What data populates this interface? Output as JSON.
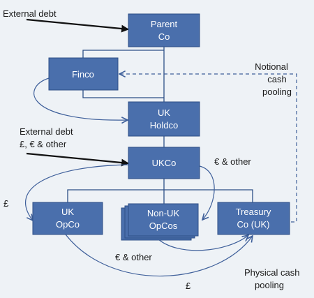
{
  "nodes": {
    "parent_co": [
      "Parent",
      "Co"
    ],
    "finco": [
      "Finco"
    ],
    "uk_holdco": [
      "UK",
      "Holdco"
    ],
    "ukco": [
      "UKCo"
    ],
    "uk_opco": [
      "UK",
      "OpCo"
    ],
    "non_uk_opcos": [
      "Non-UK",
      "OpCos"
    ],
    "treasury_co": [
      "Treasury",
      "Co (UK)"
    ]
  },
  "labels": {
    "external_debt_top": [
      "External debt"
    ],
    "external_debt_mid": [
      "External debt",
      "£, € & other"
    ],
    "notional_cash_pooling": [
      "Notional",
      "cash",
      "pooling"
    ],
    "euro_other_right": [
      "€ & other"
    ],
    "pound_left": [
      "£"
    ],
    "euro_other_bottom": [
      "€ & other"
    ],
    "pound_bottom": [
      "£"
    ],
    "physical_cash_pooling": [
      "Physical cash",
      "pooling"
    ]
  },
  "colors": {
    "box_fill": "#4a6fac",
    "box_stroke": "#2d4f86",
    "arrow": "#3e5f9a",
    "background": "#eef2f6"
  }
}
